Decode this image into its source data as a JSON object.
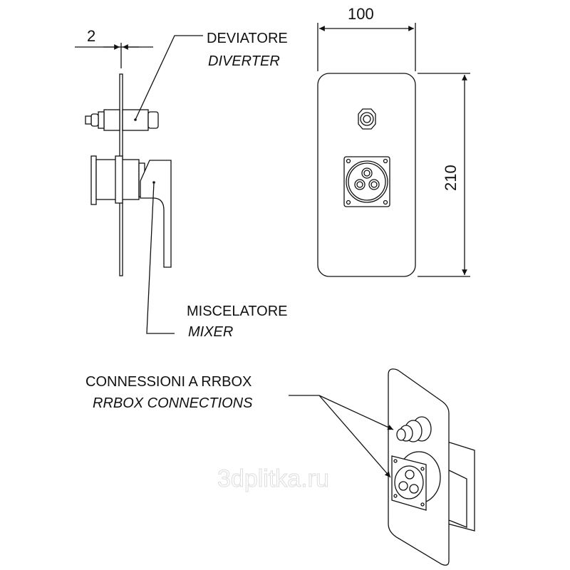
{
  "dimensions": {
    "thickness": "2",
    "width": "100",
    "height": "210"
  },
  "labels": {
    "diverter_it": "DEVIATORE",
    "diverter_en": "DIVERTER",
    "mixer_it": "MISCELATORE",
    "mixer_en": "MIXER",
    "connections_it": "CONNESSIONI A RRBOX",
    "connections_en": "RRBOX CONNECTIONS"
  },
  "watermark": "3dplitka.ru"
}
